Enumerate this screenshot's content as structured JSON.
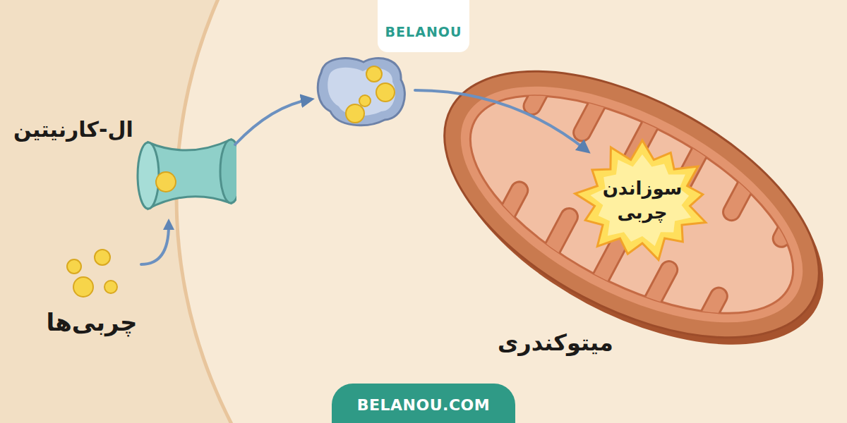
{
  "diagram": {
    "nodes": [
      {
        "text": [
          "ال-کارنیتین"
        ]
      },
      {
        "text": [
          "چربی‌ها"
        ]
      },
      {
        "text": [
          "میتوکندری"
        ]
      },
      {
        "text": [
          "سوزاندن چربی"
        ],
        "in": 2
      }
    ],
    "edges": [
      {
        "from": 1,
        "to": 0,
        "arrow": "to"
      }
    ],
    "labels": [
      "BELANOU",
      "BELANOU.COM"
    ]
  }
}
